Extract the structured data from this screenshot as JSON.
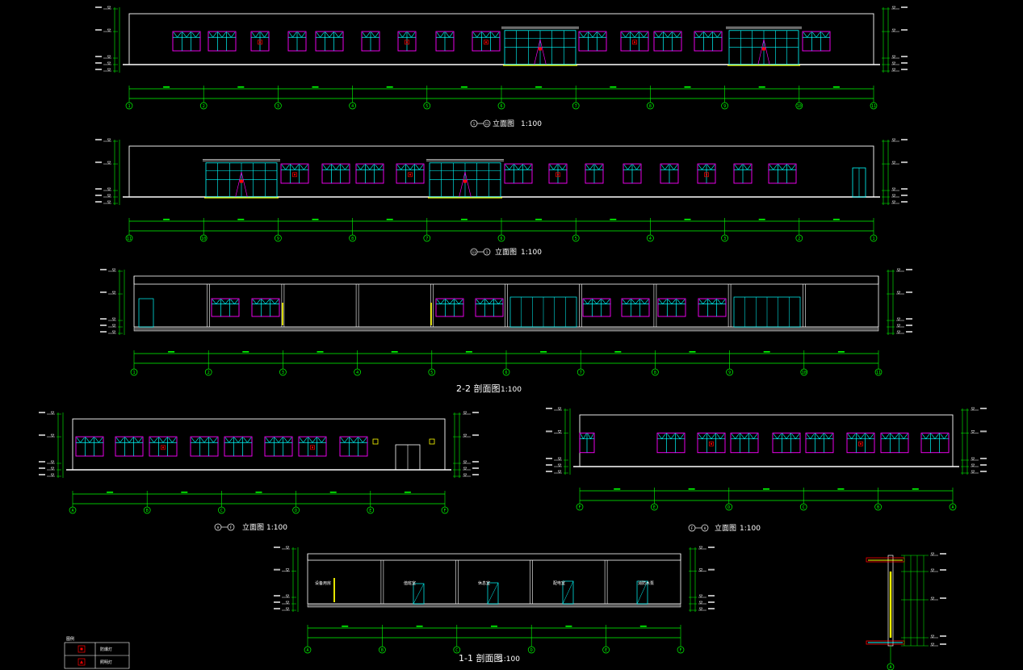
{
  "colors": {
    "background": "#000000",
    "outline": "#ffffff",
    "dimension": "#00ff00",
    "window_frame": "#ff00ff",
    "window_glass": "#00ffff",
    "door_leaf": "#00ffff",
    "canopy": "#ffff00",
    "marker": "#ff0000",
    "ground": "#ffffff"
  },
  "views": [
    {
      "key": "e1",
      "title_text": "立面图",
      "title_axes": [
        "1",
        "11"
      ],
      "scale": "1:100"
    },
    {
      "key": "e2",
      "title_text": "立面图",
      "title_axes": [
        "11",
        "1"
      ],
      "scale": "1:100"
    },
    {
      "key": "s22",
      "title_text": "2-2 剖面图",
      "title_axes": [],
      "scale": "1:100"
    },
    {
      "key": "e3",
      "title_text": "立面图",
      "title_axes": [
        "A",
        "F"
      ],
      "scale": "1:100"
    },
    {
      "key": "e4",
      "title_text": "立面图",
      "title_axes": [
        "F",
        "A"
      ],
      "scale": "1:100"
    },
    {
      "key": "s11",
      "title_text": "1-1 剖面图",
      "title_axes": [],
      "scale": "1:100"
    }
  ],
  "axes": {
    "e1": [
      "1",
      "2",
      "3",
      "4",
      "5",
      "6",
      "7",
      "8",
      "9",
      "10",
      "11"
    ],
    "e2": [
      "11",
      "10",
      "9",
      "8",
      "7",
      "6",
      "5",
      "4",
      "3",
      "2",
      "1"
    ],
    "s22": [
      "1",
      "2",
      "3",
      "4",
      "5",
      "6",
      "7",
      "8",
      "9",
      "10",
      "11"
    ],
    "e3": [
      "A",
      "B",
      "C",
      "D",
      "E",
      "F"
    ],
    "e4": [
      "F",
      "E",
      "D",
      "C",
      "B",
      "A"
    ],
    "s11": [
      "A",
      "B",
      "C",
      "D",
      "E",
      "F"
    ],
    "detail": [
      "A"
    ]
  },
  "rooms_s11": [
    "设备用房",
    "值班室",
    "休息室",
    "配电室",
    "消防水泵"
  ],
  "legend": {
    "title": "图例",
    "items": [
      "防爆灯",
      "照明灯"
    ]
  }
}
